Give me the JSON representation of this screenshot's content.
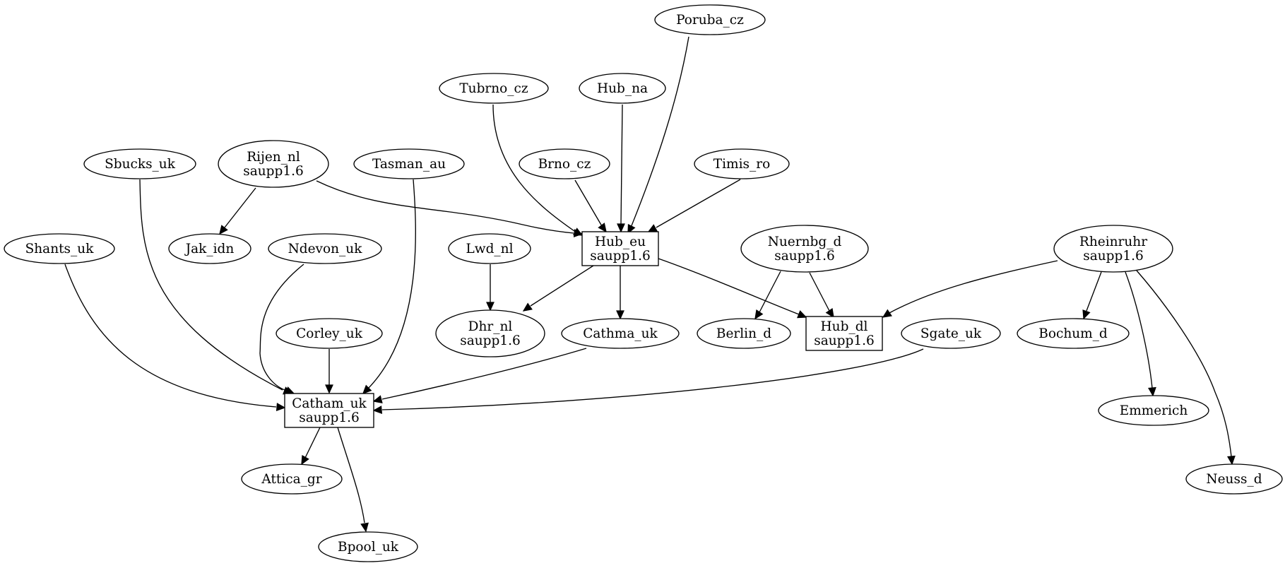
{
  "diagram": {
    "nodes": [
      {
        "id": "poruba_cz",
        "lines": [
          "Poruba_cz"
        ],
        "shape": "ellipse"
      },
      {
        "id": "tubrno_cz",
        "lines": [
          "Tubrno_cz"
        ],
        "shape": "ellipse"
      },
      {
        "id": "hub_na",
        "lines": [
          "Hub_na"
        ],
        "shape": "ellipse"
      },
      {
        "id": "sbucks_uk",
        "lines": [
          "Sbucks_uk"
        ],
        "shape": "ellipse"
      },
      {
        "id": "rijen_nl",
        "lines": [
          "Rijen_nl",
          "saupp1.6"
        ],
        "shape": "ellipse"
      },
      {
        "id": "tasman_au",
        "lines": [
          "Tasman_au"
        ],
        "shape": "ellipse"
      },
      {
        "id": "brno_cz",
        "lines": [
          "Brno_cz"
        ],
        "shape": "ellipse"
      },
      {
        "id": "timis_ro",
        "lines": [
          "Timis_ro"
        ],
        "shape": "ellipse"
      },
      {
        "id": "shants_uk",
        "lines": [
          "Shants_uk"
        ],
        "shape": "ellipse"
      },
      {
        "id": "jak_idn",
        "lines": [
          "Jak_idn"
        ],
        "shape": "ellipse"
      },
      {
        "id": "ndevon_uk",
        "lines": [
          "Ndevon_uk"
        ],
        "shape": "ellipse"
      },
      {
        "id": "lwd_nl",
        "lines": [
          "Lwd_nl"
        ],
        "shape": "ellipse"
      },
      {
        "id": "hub_eu",
        "lines": [
          "Hub_eu",
          "saupp1.6"
        ],
        "shape": "box"
      },
      {
        "id": "nuernbg_d",
        "lines": [
          "Nuernbg_d",
          "saupp1.6"
        ],
        "shape": "ellipse"
      },
      {
        "id": "rheinruhr",
        "lines": [
          "Rheinruhr",
          "saupp1.6"
        ],
        "shape": "ellipse"
      },
      {
        "id": "corley_uk",
        "lines": [
          "Corley_uk"
        ],
        "shape": "ellipse"
      },
      {
        "id": "dhr_nl",
        "lines": [
          "Dhr_nl",
          "saupp1.6"
        ],
        "shape": "ellipse"
      },
      {
        "id": "cathma_uk",
        "lines": [
          "Cathma_uk"
        ],
        "shape": "ellipse"
      },
      {
        "id": "berlin_d",
        "lines": [
          "Berlin_d"
        ],
        "shape": "ellipse"
      },
      {
        "id": "hub_dl",
        "lines": [
          "Hub_dl",
          "saupp1.6"
        ],
        "shape": "box"
      },
      {
        "id": "sgate_uk",
        "lines": [
          "Sgate_uk"
        ],
        "shape": "ellipse"
      },
      {
        "id": "bochum_d",
        "lines": [
          "Bochum_d"
        ],
        "shape": "ellipse"
      },
      {
        "id": "catham_uk",
        "lines": [
          "Catham_uk",
          "saupp1.6"
        ],
        "shape": "box"
      },
      {
        "id": "emmerich",
        "lines": [
          "Emmerich"
        ],
        "shape": "ellipse"
      },
      {
        "id": "attica_gr",
        "lines": [
          "Attica_gr"
        ],
        "shape": "ellipse"
      },
      {
        "id": "neuss_d",
        "lines": [
          "Neuss_d"
        ],
        "shape": "ellipse"
      },
      {
        "id": "bpool_uk",
        "lines": [
          "Bpool_uk"
        ],
        "shape": "ellipse"
      }
    ],
    "edges": [
      {
        "from": "poruba_cz",
        "to": "hub_eu"
      },
      {
        "from": "tubrno_cz",
        "to": "hub_eu"
      },
      {
        "from": "hub_na",
        "to": "hub_eu"
      },
      {
        "from": "rijen_nl",
        "to": "hub_eu"
      },
      {
        "from": "rijen_nl",
        "to": "jak_idn"
      },
      {
        "from": "brno_cz",
        "to": "hub_eu"
      },
      {
        "from": "timis_ro",
        "to": "hub_eu"
      },
      {
        "from": "lwd_nl",
        "to": "dhr_nl"
      },
      {
        "from": "hub_eu",
        "to": "dhr_nl"
      },
      {
        "from": "hub_eu",
        "to": "cathma_uk"
      },
      {
        "from": "hub_eu",
        "to": "hub_dl"
      },
      {
        "from": "nuernbg_d",
        "to": "berlin_d"
      },
      {
        "from": "nuernbg_d",
        "to": "hub_dl"
      },
      {
        "from": "rheinruhr",
        "to": "hub_dl"
      },
      {
        "from": "rheinruhr",
        "to": "bochum_d"
      },
      {
        "from": "rheinruhr",
        "to": "emmerich"
      },
      {
        "from": "rheinruhr",
        "to": "neuss_d"
      },
      {
        "from": "sbucks_uk",
        "to": "catham_uk"
      },
      {
        "from": "shants_uk",
        "to": "catham_uk"
      },
      {
        "from": "ndevon_uk",
        "to": "catham_uk"
      },
      {
        "from": "corley_uk",
        "to": "catham_uk"
      },
      {
        "from": "tasman_au",
        "to": "catham_uk"
      },
      {
        "from": "cathma_uk",
        "to": "catham_uk"
      },
      {
        "from": "sgate_uk",
        "to": "catham_uk"
      },
      {
        "from": "catham_uk",
        "to": "attica_gr"
      },
      {
        "from": "catham_uk",
        "to": "bpool_uk"
      }
    ]
  }
}
